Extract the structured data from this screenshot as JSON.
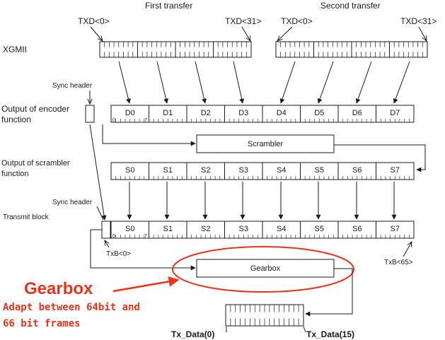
{
  "labels": {
    "first_transfer": "First transfer",
    "second_transfer": "Second transfer",
    "txd0_a": "TXD<0>",
    "txd31_a": "TXD<31>",
    "txd0_b": "TXD<0>",
    "txd31_b": "TXD<31>",
    "xgmii": "XGMII",
    "sync_header_1": "Sync header",
    "sync_header_2": "Sync header",
    "encoder_line1": "Output of encoder",
    "encoder_line2": "function",
    "scrambler_out_line1": "Output of scrambler",
    "scrambler_out_line2": "function",
    "transmit_block": "Transmit block",
    "scrambler": "Scrambler",
    "gearbox": "Gearbox",
    "txb0": "TxB<0>",
    "txb65": "TxB<65>",
    "tx_data0": "Tx_Data(0)",
    "tx_data15": "Tx_Data(15)",
    "bit0": "0",
    "bit7": "7",
    "bit0_tb": "0",
    "bit7_tb": "7"
  },
  "encoder_cells": [
    "D0",
    "D1",
    "D2",
    "D3",
    "D4",
    "D5",
    "D6",
    "D7"
  ],
  "scrambler_cells": [
    "S0",
    "S1",
    "S2",
    "S3",
    "S4",
    "S5",
    "S6",
    "S7"
  ],
  "transmit_cells": [
    "S0",
    "S1",
    "S2",
    "S3",
    "S4",
    "S5",
    "S6",
    "S7"
  ],
  "annotation": {
    "title": "Gearbox",
    "line1": "Adapt between 64bit and",
    "line2": "66 bit frames"
  },
  "colors": {
    "accent": "#e8341c",
    "line": "#1a1a1a"
  }
}
